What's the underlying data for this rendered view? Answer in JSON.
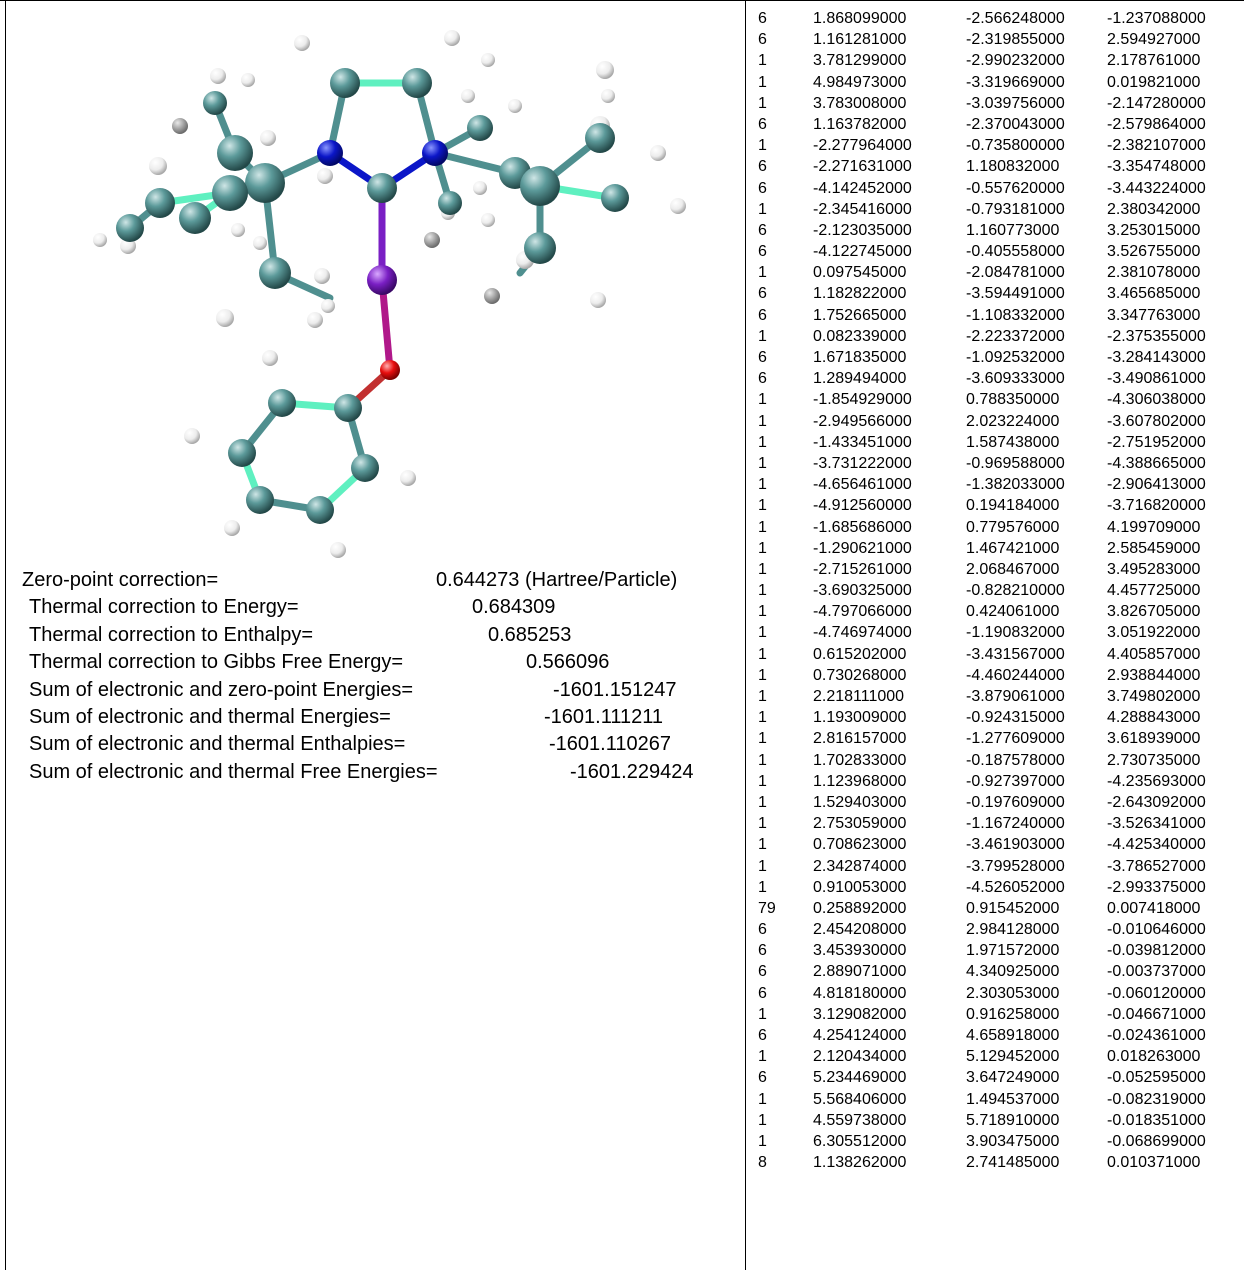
{
  "thermo": [
    {
      "label": "Zero-point correction=",
      "value": "0.644273 (Hartree/Particle)"
    },
    {
      "label": "Thermal correction to Energy=",
      "value": "0.684309"
    },
    {
      "label": "Thermal correction to Enthalpy=",
      "value": "0.685253"
    },
    {
      "label": "Thermal correction to Gibbs Free Energy=",
      "value": "0.566096"
    },
    {
      "label": "Sum of electronic and zero-point Energies=",
      "value": "-1601.151247"
    },
    {
      "label": "Sum of electronic and thermal Energies=",
      "value": "-1601.111211"
    },
    {
      "label": "Sum of electronic and thermal Enthalpies=",
      "value": "-1601.110267"
    },
    {
      "label": "Sum of electronic and thermal Free Energies=",
      "value": "-1601.229424"
    }
  ],
  "colors": {
    "carbon": "#4f8f8f",
    "hydrogen": "#f2f2f2",
    "nitrogen": "#0b16c8",
    "gold": "#7a1fc4",
    "oxygen": "#e80f0f",
    "aromatic_bond": "#5ff0c0"
  },
  "coordinates": [
    [
      "6",
      "1.868099000",
      "-2.566248000",
      "-1.237088000"
    ],
    [
      "6",
      "1.161281000",
      "-2.319855000",
      "2.594927000"
    ],
    [
      "1",
      "3.781299000",
      "-2.990232000",
      "2.178761000"
    ],
    [
      "1",
      "4.984973000",
      "-3.319669000",
      "0.019821000"
    ],
    [
      "1",
      "3.783008000",
      "-3.039756000",
      "-2.147280000"
    ],
    [
      "6",
      "1.163782000",
      "-2.370043000",
      "-2.579864000"
    ],
    [
      "1",
      "-2.277964000",
      "-0.735800000",
      "-2.382107000"
    ],
    [
      "6",
      "-2.271631000",
      "1.180832000",
      "-3.354748000"
    ],
    [
      "6",
      "-4.142452000",
      "-0.557620000",
      "-3.443224000"
    ],
    [
      "1",
      "-2.345416000",
      "-0.793181000",
      "2.380342000"
    ],
    [
      "6",
      "-2.123035000",
      "1.160773000",
      "3.253015000"
    ],
    [
      "6",
      "-4.122745000",
      "-0.405558000",
      "3.526755000"
    ],
    [
      "1",
      "0.097545000",
      "-2.084781000",
      "2.381078000"
    ],
    [
      "6",
      "1.182822000",
      "-3.594491000",
      "3.465685000"
    ],
    [
      "6",
      "1.752665000",
      "-1.108332000",
      "3.347763000"
    ],
    [
      "1",
      "0.082339000",
      "-2.223372000",
      "-2.375355000"
    ],
    [
      "6",
      "1.671835000",
      "-1.092532000",
      "-3.284143000"
    ],
    [
      "6",
      "1.289494000",
      "-3.609333000",
      "-3.490861000"
    ],
    [
      "1",
      "-1.854929000",
      "0.788350000",
      "-4.306038000"
    ],
    [
      "1",
      "-2.949566000",
      "2.023224000",
      "-3.607802000"
    ],
    [
      "1",
      "-1.433451000",
      "1.587438000",
      "-2.751952000"
    ],
    [
      "1",
      "-3.731222000",
      "-0.969588000",
      "-4.388665000"
    ],
    [
      "1",
      "-4.656461000",
      "-1.382033000",
      "-2.906413000"
    ],
    [
      "1",
      "-4.912560000",
      "0.194184000",
      "-3.716820000"
    ],
    [
      "1",
      "-1.685686000",
      "0.779576000",
      "4.199709000"
    ],
    [
      "1",
      "-1.290621000",
      "1.467421000",
      "2.585459000"
    ],
    [
      "1",
      "-2.715261000",
      "2.068467000",
      "3.495283000"
    ],
    [
      "1",
      "-3.690325000",
      "-0.828210000",
      "4.457725000"
    ],
    [
      "1",
      "-4.797066000",
      "0.424061000",
      "3.826705000"
    ],
    [
      "1",
      "-4.746974000",
      "-1.190832000",
      "3.051922000"
    ],
    [
      "1",
      "0.615202000",
      "-3.431567000",
      "4.405857000"
    ],
    [
      "1",
      "0.730268000",
      "-4.460244000",
      "2.938844000"
    ],
    [
      "1",
      "2.218111000",
      "-3.879061000",
      "3.749802000"
    ],
    [
      "1",
      "1.193009000",
      "-0.924315000",
      "4.288843000"
    ],
    [
      "1",
      "2.816157000",
      "-1.277609000",
      "3.618939000"
    ],
    [
      "1",
      "1.702833000",
      "-0.187578000",
      "2.730735000"
    ],
    [
      "1",
      "1.123968000",
      "-0.927397000",
      "-4.235693000"
    ],
    [
      "1",
      "1.529403000",
      "-0.197609000",
      "-2.643092000"
    ],
    [
      "1",
      "2.753059000",
      "-1.167240000",
      "-3.526341000"
    ],
    [
      "1",
      "0.708623000",
      "-3.461903000",
      "-4.425340000"
    ],
    [
      "1",
      "2.342874000",
      "-3.799528000",
      "-3.786527000"
    ],
    [
      "1",
      "0.910053000",
      "-4.526052000",
      "-2.993375000"
    ],
    [
      "79",
      "0.258892000",
      "0.915452000",
      "0.007418000"
    ],
    [
      "6",
      "2.454208000",
      "2.984128000",
      "-0.010646000"
    ],
    [
      "6",
      "3.453930000",
      "1.971572000",
      "-0.039812000"
    ],
    [
      "6",
      "2.889071000",
      "4.340925000",
      "-0.003737000"
    ],
    [
      "6",
      "4.818180000",
      "2.303053000",
      "-0.060120000"
    ],
    [
      "1",
      "3.129082000",
      "0.916258000",
      "-0.046671000"
    ],
    [
      "6",
      "4.254124000",
      "4.658918000",
      "-0.024361000"
    ],
    [
      "1",
      "2.120434000",
      "5.129452000",
      "0.018263000"
    ],
    [
      "6",
      "5.234469000",
      "3.647249000",
      "-0.052595000"
    ],
    [
      "1",
      "5.568406000",
      "1.494537000",
      "-0.082319000"
    ],
    [
      "1",
      "4.559738000",
      "5.718910000",
      "-0.018351000"
    ],
    [
      "1",
      "6.305512000",
      "3.903475000",
      "-0.068699000"
    ],
    [
      "8",
      "1.138262000",
      "2.741485000",
      "0.010371000"
    ]
  ]
}
